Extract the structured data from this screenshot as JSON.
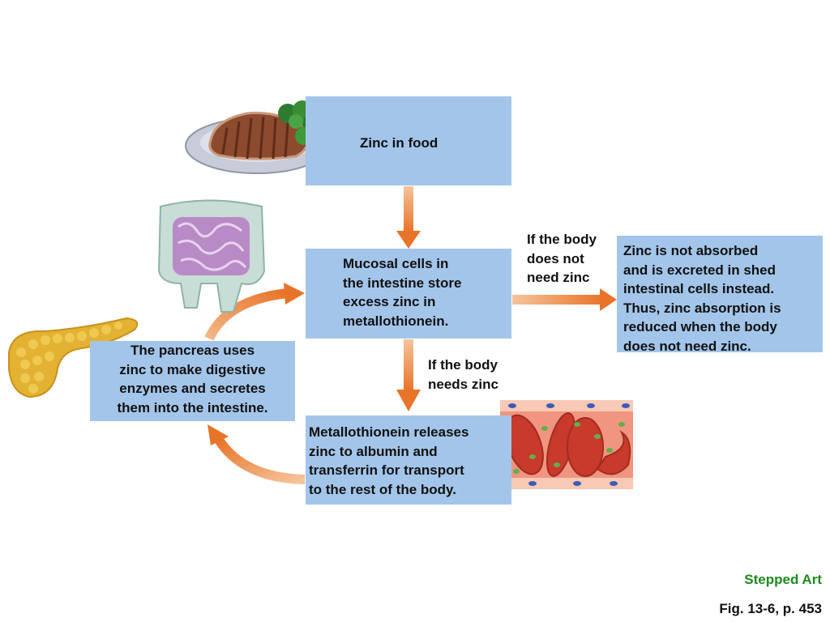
{
  "boxes": {
    "food": "Zinc in food",
    "mucosal": [
      "Mucosal cells in",
      "the intestine store",
      "excess zinc in",
      "metallothionein."
    ],
    "excrete": [
      "Zinc is not absorbed",
      "and is excreted in shed",
      "intestinal cells instead.",
      "Thus, zinc absorption is",
      "reduced when the body",
      "does not need zinc."
    ],
    "pancreas": [
      "The pancreas uses",
      "zinc to make digestive",
      "enzymes and secretes",
      "them into the intestine."
    ],
    "release": [
      "Metallothionein releases",
      "zinc to albumin and",
      "transferrin for transport",
      "to the rest of the body."
    ]
  },
  "labels": {
    "not_need": [
      "If the body",
      "does not",
      "need zinc"
    ],
    "needs": [
      "If the body",
      "needs zinc"
    ]
  },
  "illustrations": {
    "food": "steak-with-broccoli-icon",
    "intestine": "intestine-icon",
    "pancreas": "pancreas-icon",
    "blood": "blood-vessel-icon"
  },
  "colors": {
    "box_fill": "#a3c5ea",
    "arrow": "#e8742a",
    "accent_green": "#1e8a1e"
  },
  "footer": {
    "stepped_art": "Stepped Art",
    "figure_ref": "Fig. 13-6, p. 453"
  }
}
